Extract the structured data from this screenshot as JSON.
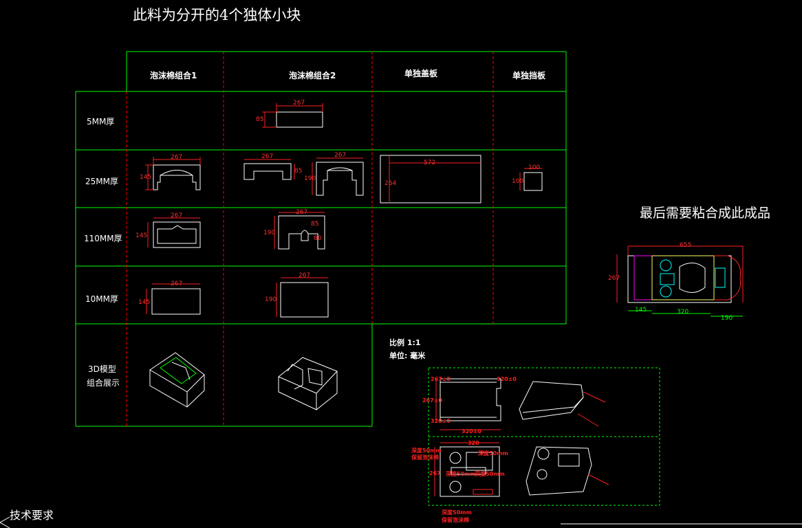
{
  "title": "此料为分开的4个独体小块",
  "table": {
    "headers": [
      "泡沫棉组合1",
      "泡沫棉组合2",
      "单独盖板",
      "单独挡板"
    ],
    "rows": [
      "5MM厚",
      "25MM厚",
      "110MM厚",
      "10MM厚"
    ],
    "model_row": [
      "3D模型",
      "组合展示"
    ]
  },
  "dims": {
    "r1_c2": [
      "267",
      "85"
    ],
    "r2_c1": [
      "267",
      "145"
    ],
    "r2_c2a": [
      "267",
      "85"
    ],
    "r2_c2b": [
      "267",
      "190"
    ],
    "r2_c3": [
      "572",
      "264"
    ],
    "r2_c4": [
      "100",
      "100"
    ],
    "r3_c1": [
      "267",
      "145"
    ],
    "r3_c2": [
      "267",
      "190",
      "85",
      "80"
    ],
    "r4_c1": [
      "267",
      "145"
    ],
    "r4_c2": [
      "267",
      "190"
    ]
  },
  "final": {
    "title": "最后需要粘合成此成品",
    "dims": [
      "655",
      "267",
      "145",
      "320",
      "190"
    ]
  },
  "info": {
    "scale": "比例   1:1",
    "unit": "单位:  毫米"
  },
  "tech": "技术要求",
  "detail": {
    "top": [
      "267±0",
      "320±0",
      "267±0",
      "320±0",
      "320±0"
    ],
    "bottom": [
      "320",
      "267",
      "深度50mm",
      "保留泡沫棉",
      "深度50mm",
      "深度50mm",
      "深度50mm",
      "深度50mm",
      "保留泡沫棉"
    ]
  },
  "colors": {
    "grid": "#00ff00",
    "dim": "#ff2020",
    "dash": "#ff0000",
    "accent": "#ff00ff"
  }
}
